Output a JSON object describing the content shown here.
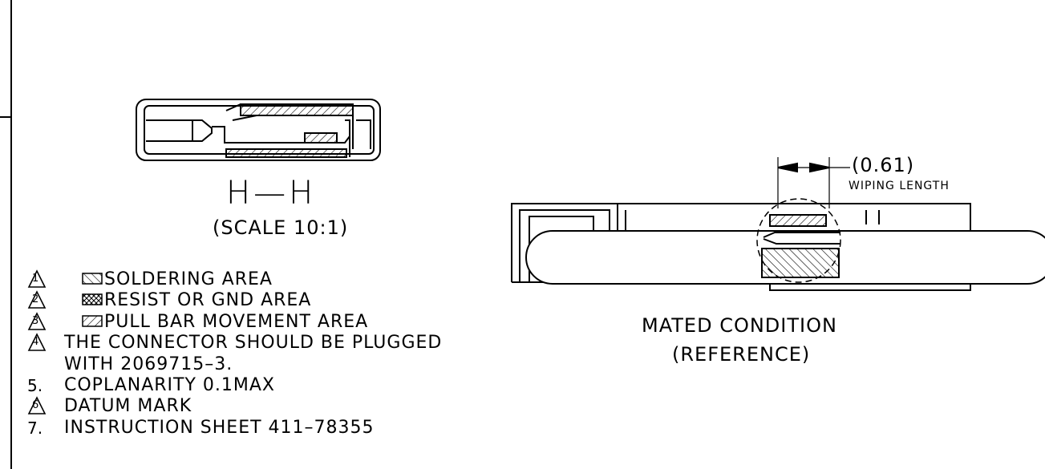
{
  "section": {
    "title": "H—H",
    "scale": "(SCALE 10:1)"
  },
  "notes": [
    {
      "marker": "1",
      "flag": true,
      "text": "SOLDERING AREA"
    },
    {
      "marker": "2",
      "flag": true,
      "text": "RESIST OR GND AREA"
    },
    {
      "marker": "3",
      "flag": true,
      "text": "PULL BAR MOVEMENT AREA"
    },
    {
      "marker": "4",
      "flag": true,
      "text": "THE CONNECTOR SHOULD BE PLUGGED"
    },
    {
      "marker": "",
      "flag": false,
      "text": "WITH 2069715–3."
    },
    {
      "marker": "5.",
      "flag": false,
      "text": "COPLANARITY 0.1MAX"
    },
    {
      "marker": "6",
      "flag": true,
      "text": "DATUM MARK"
    },
    {
      "marker": "7.",
      "flag": false,
      "text": "INSTRUCTION SHEET 411–78355"
    }
  ],
  "mated": {
    "title": "MATED CONDITION",
    "subtitle": "(REFERENCE)",
    "dimension": "(0.61)",
    "dimension_label": "WIPING LENGTH"
  }
}
